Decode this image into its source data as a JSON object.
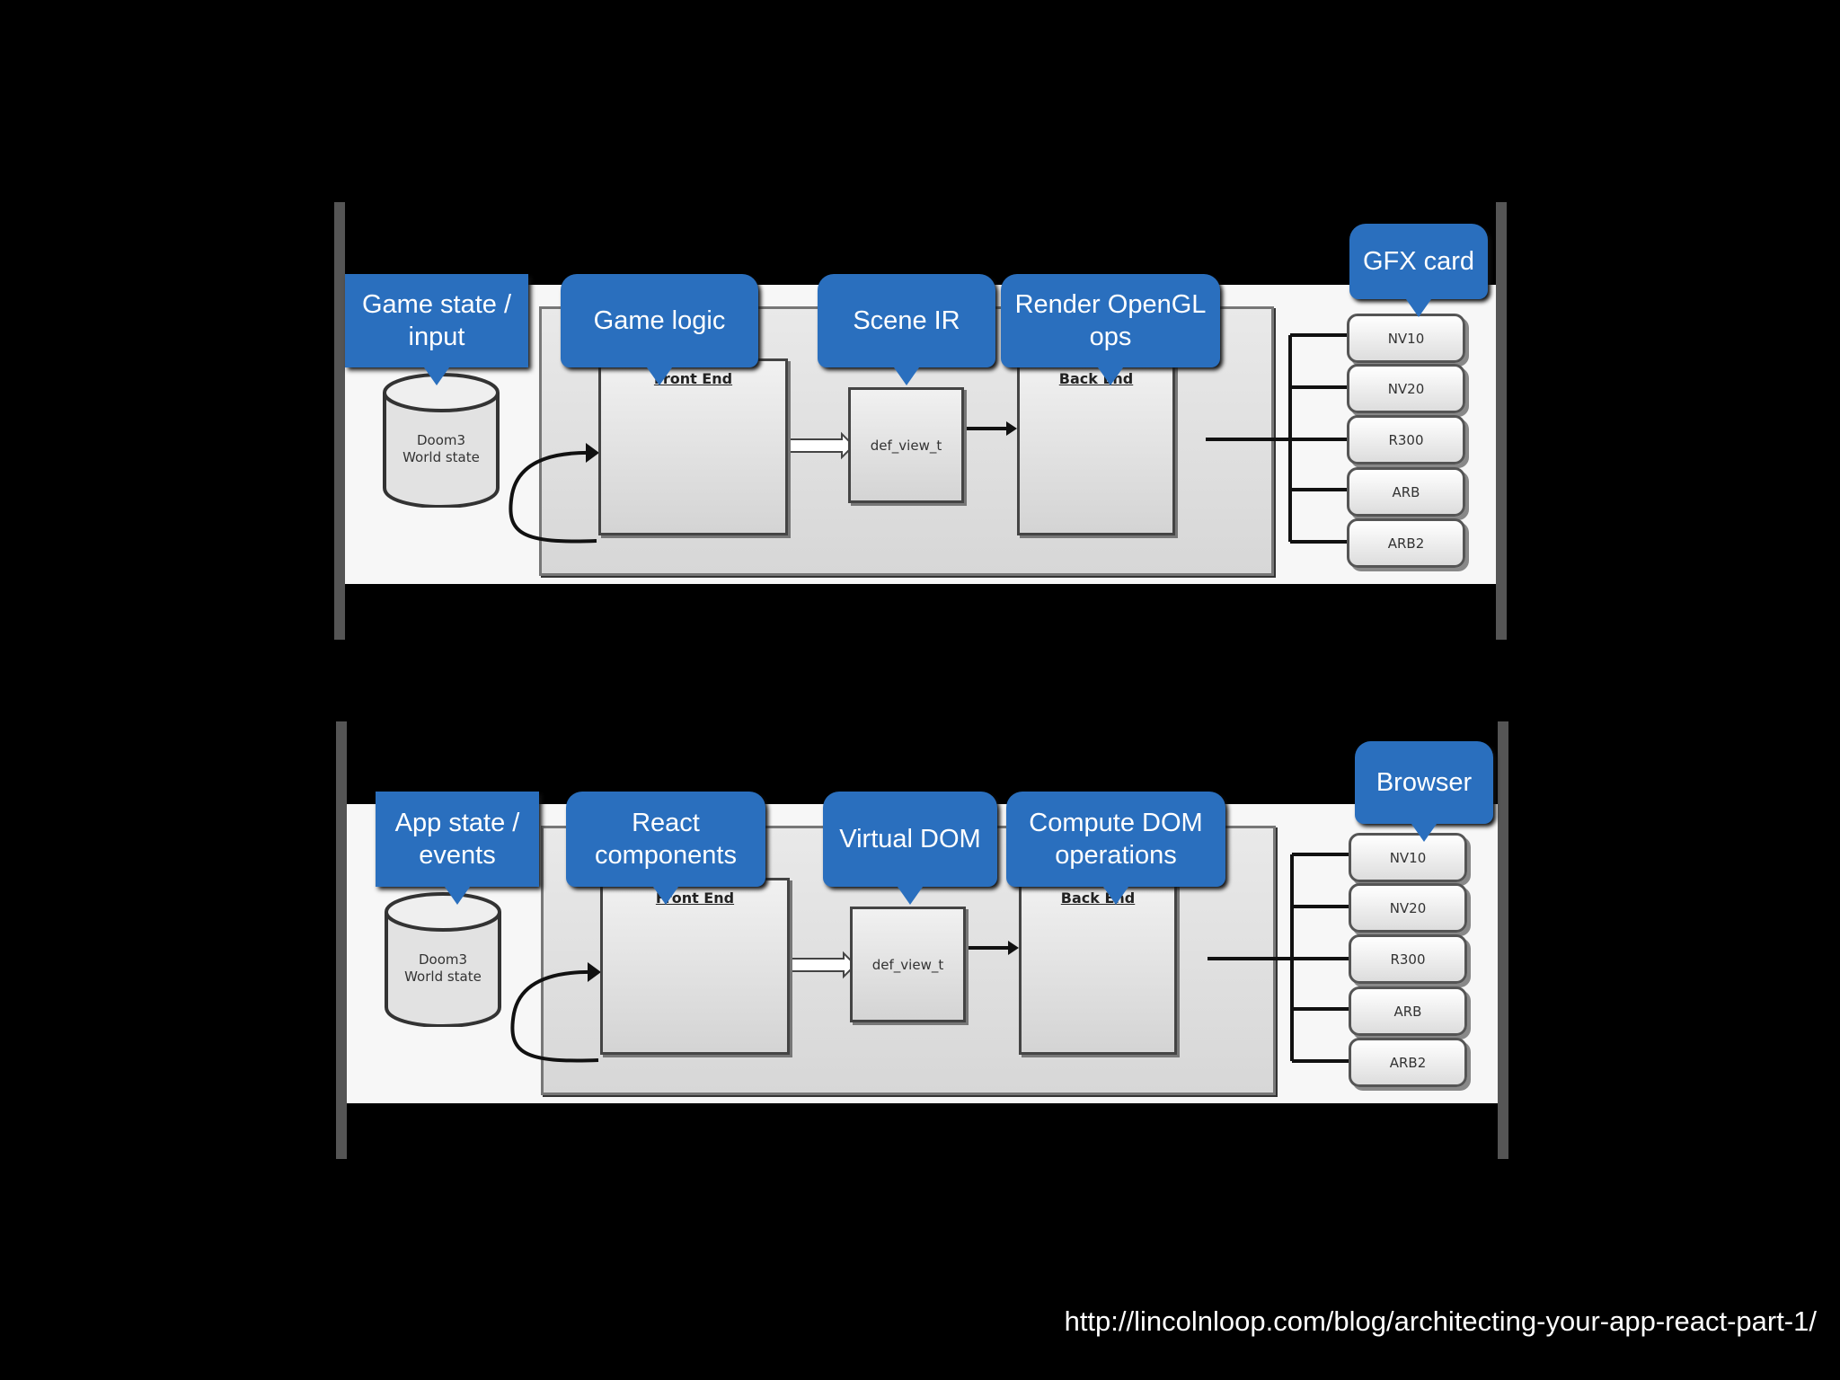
{
  "diagrams": [
    {
      "callouts": {
        "state": "Game state / input",
        "logic": "Game logic",
        "ir": "Scene IR",
        "ops": "Render OpenGL ops",
        "target": "GFX card"
      },
      "database": [
        "Doom3",
        "World state"
      ],
      "front_end": "Front End",
      "back_end": "Back End",
      "middle": "def_view_t",
      "outputs": [
        "NV10",
        "NV20",
        "R300",
        "ARB",
        "ARB2"
      ]
    },
    {
      "callouts": {
        "state": "App state / events",
        "logic": "React components",
        "ir": "Virtual DOM",
        "ops": "Compute DOM operations",
        "target": "Browser"
      },
      "database": [
        "Doom3",
        "World state"
      ],
      "front_end": "Front End",
      "back_end": "Back End",
      "middle": "def_view_t",
      "outputs": [
        "NV10",
        "NV20",
        "R300",
        "ARB",
        "ARB2"
      ]
    }
  ],
  "source_url": "http://lincolnloop.com/blog/architecting-your-app-react-part-1/",
  "colors": {
    "callout": "#2a6fbe",
    "background": "#000000"
  }
}
